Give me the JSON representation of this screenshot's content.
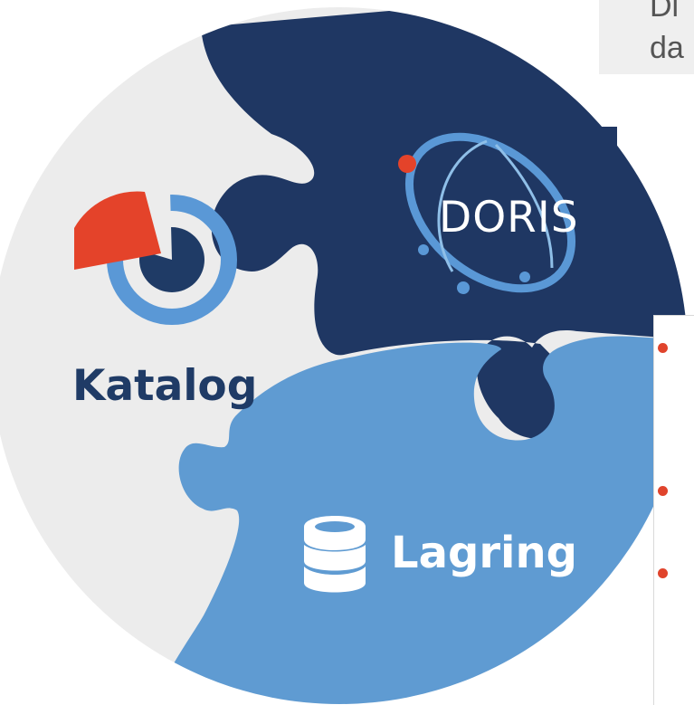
{
  "pieces": {
    "katalog": {
      "label": "Katalog",
      "color": "#ececec",
      "text_color": "#1f3b66"
    },
    "doris": {
      "label": "DORIS",
      "color": "#1f3763"
    },
    "lagring": {
      "label": "Lagring",
      "color": "#5f9bd2"
    }
  },
  "icons": {
    "katalog": "target-pie-icon",
    "doris": "orbit-logo-icon",
    "lagring": "database-stack-icon"
  },
  "top_right_text": {
    "line1": "Di",
    "line2": "da"
  },
  "bullet_panel": {
    "bullet_count": 3,
    "bullet_color": "#e0442c"
  },
  "colors": {
    "navy": "#1f3763",
    "light_blue": "#5f9bd2",
    "light_gray": "#ececec",
    "accent_red": "#e4432a",
    "icon_blue": "#5a98d6",
    "icon_navy": "#1f3b66"
  }
}
